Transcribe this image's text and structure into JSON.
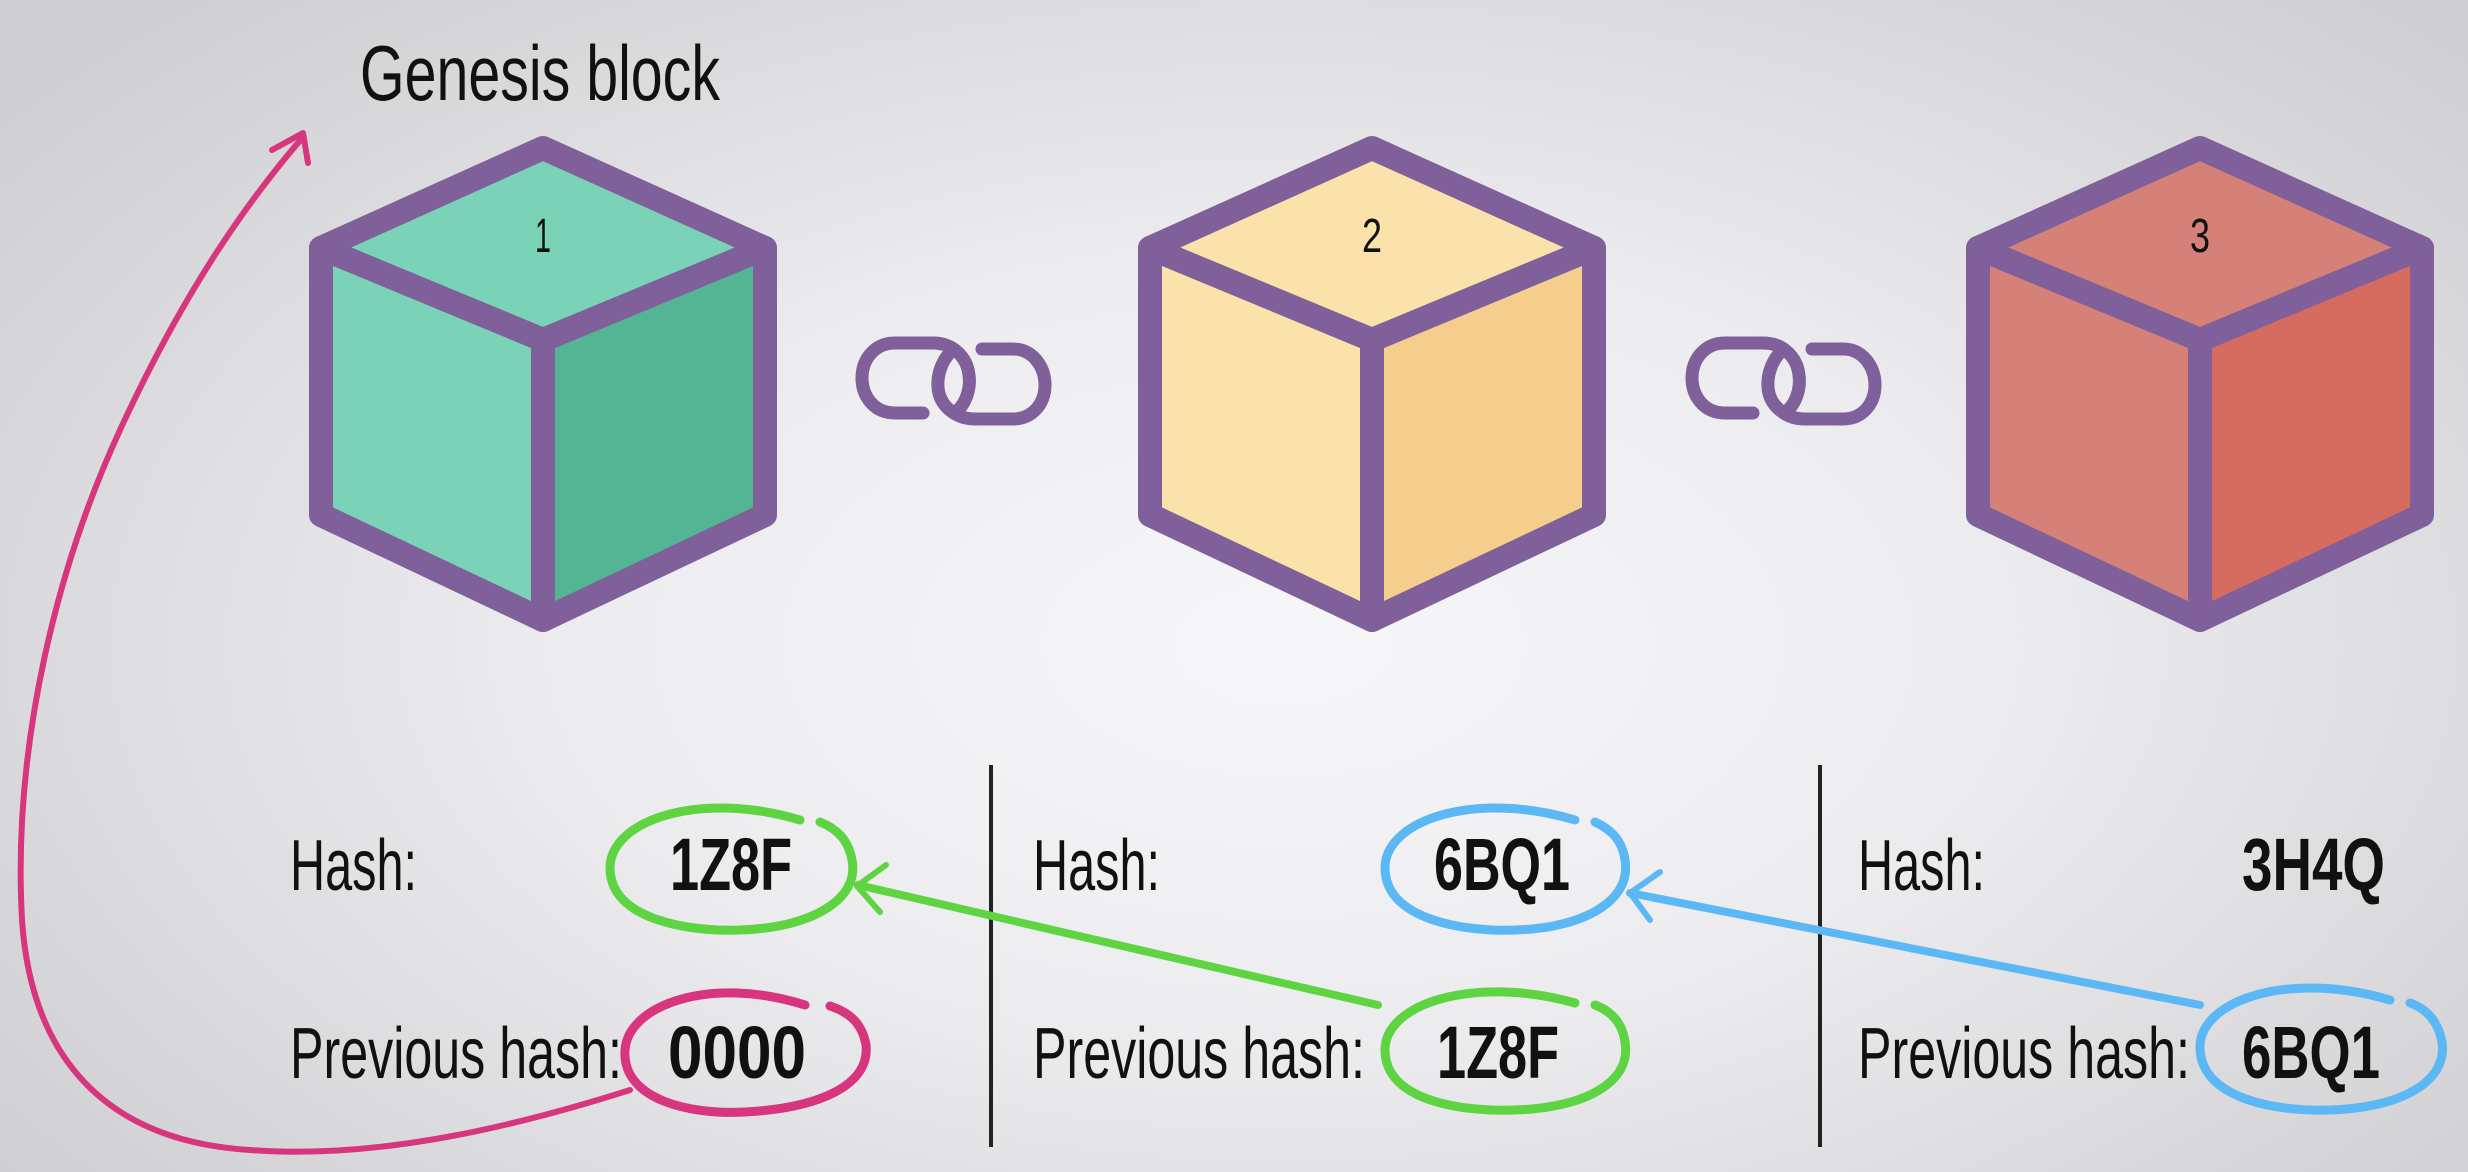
{
  "title": "Genesis block",
  "colors": {
    "outline": "#80609a",
    "genesis_arrow": "#d8357f",
    "green_link": "#5ed443",
    "blue_link": "#5bb8f5",
    "divider": "#222222"
  },
  "blocks": [
    {
      "number": "1",
      "face_top": "#7ad3b6",
      "face_left": "#7ad3b6",
      "face_right": "#54b594",
      "hash_label": "Hash:",
      "hash": "1Z8F",
      "hash_circle": "green",
      "prev_label": "Previous hash:",
      "prev_hash": "0000",
      "prev_circle": "pink"
    },
    {
      "number": "2",
      "face_top": "#fae2aa",
      "face_left": "#fae2aa",
      "face_right": "#f5cd8d",
      "hash_label": "Hash:",
      "hash": "6BQ1",
      "hash_circle": "blue",
      "prev_label": "Previous hash:",
      "prev_hash": "1Z8F",
      "prev_circle": "green"
    },
    {
      "number": "3",
      "face_top": "#d68177",
      "face_left": "#d68177",
      "face_right": "#d66b60",
      "hash_label": "Hash:",
      "hash": "3H4Q",
      "hash_circle": null,
      "prev_label": "Previous hash:",
      "prev_hash": "6BQ1",
      "prev_circle": "blue"
    }
  ],
  "links": [
    {
      "icon": "chain-link-icon"
    },
    {
      "icon": "chain-link-icon"
    }
  ]
}
